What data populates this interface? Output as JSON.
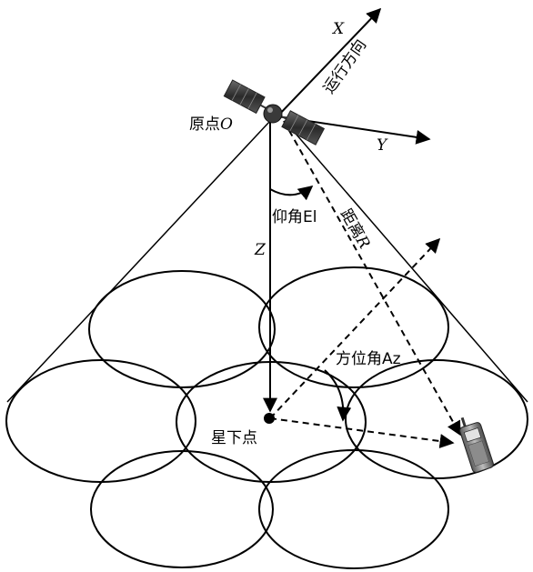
{
  "labels": {
    "axis_x": "X",
    "axis_y": "Y",
    "axis_z": "Z",
    "direction_of_travel": "运行方向",
    "origin_prefix": "原点",
    "origin_letter": "O",
    "elevation_prefix": "仰角",
    "elevation_suffix": "El",
    "distance_prefix": "距离",
    "distance_letter": "R",
    "azimuth_prefix": "方位角",
    "azimuth_suffix": "Az",
    "subsatellite_point": "星下点"
  },
  "icons": {
    "satellite": "satellite-icon",
    "terminal": "mobile-phone-icon"
  },
  "colors": {
    "stroke": "#000000",
    "background": "#ffffff"
  }
}
